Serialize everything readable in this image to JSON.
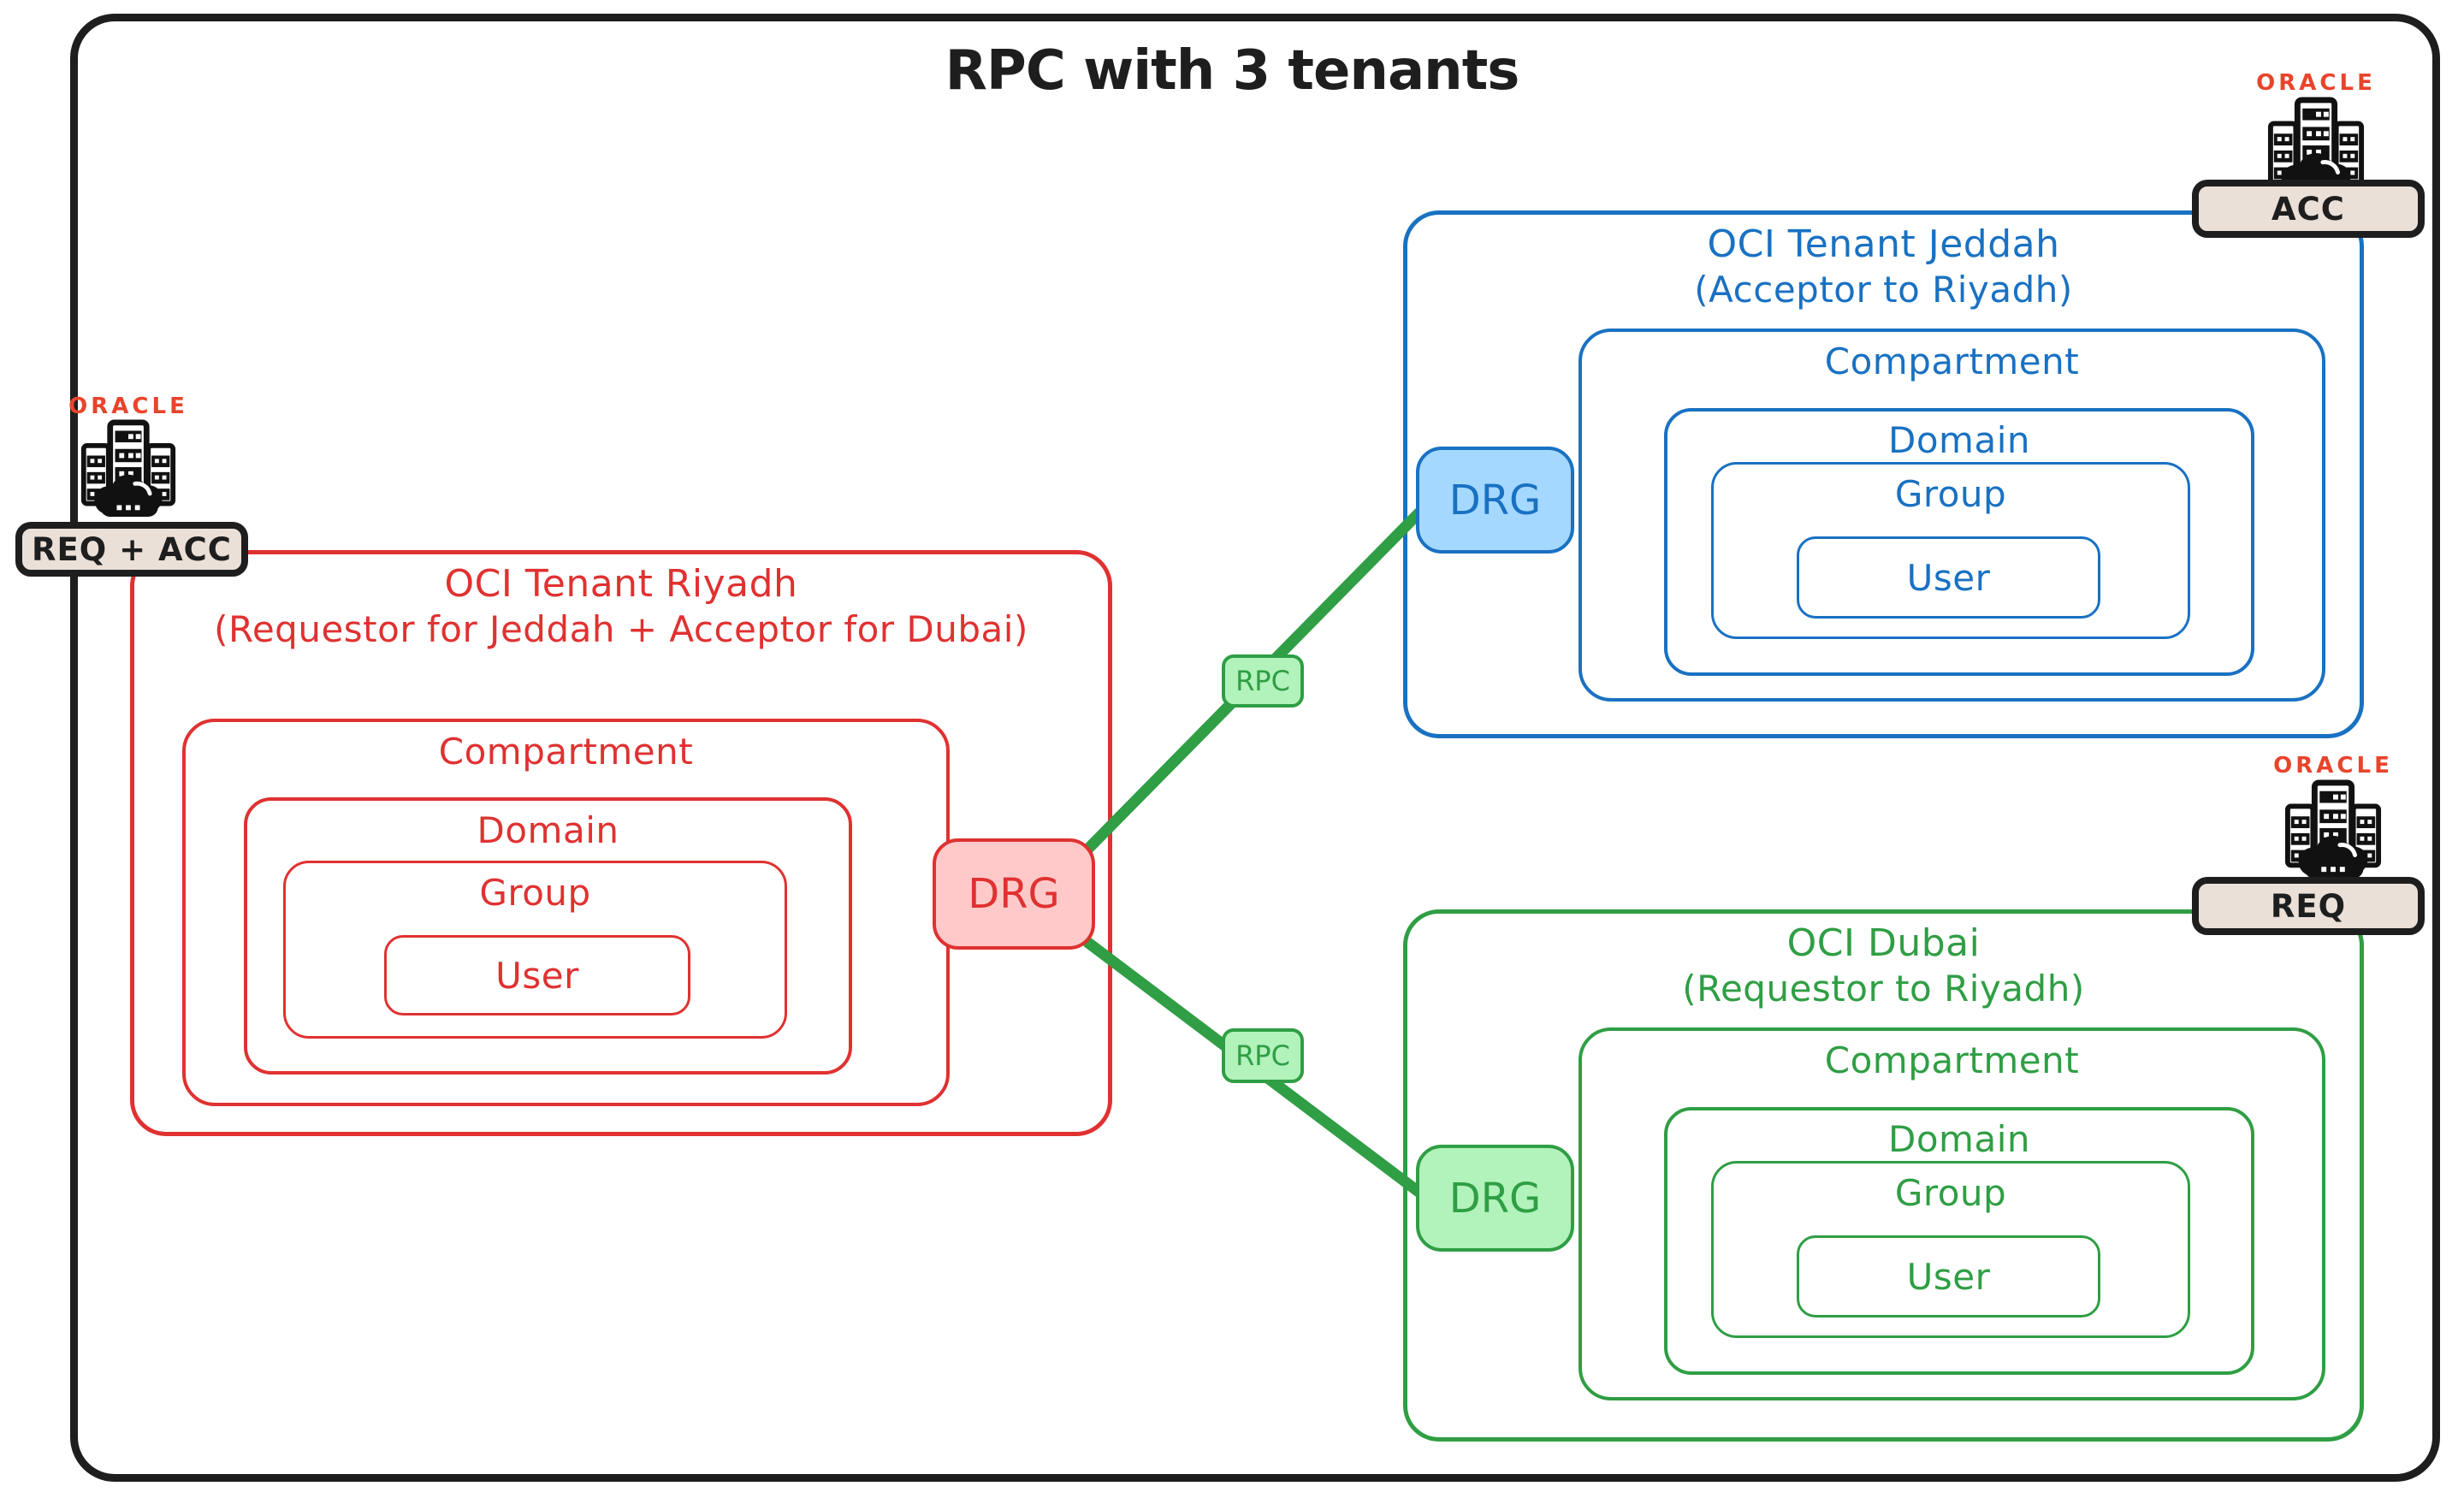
{
  "title": "RPC with 3 tenants",
  "oracle": {
    "logo": "ORACLE"
  },
  "badges": {
    "riyadh": "REQ + ACC",
    "jeddah": "ACC",
    "dubai": "REQ"
  },
  "tenants": {
    "riyadh": {
      "title": "OCI Tenant Riyadh",
      "subtitle": "(Requestor for Jeddah + Acceptor for Dubai)",
      "compartment": "Compartment",
      "domain": "Domain",
      "group": "Group",
      "user": "User",
      "drg": "DRG"
    },
    "jeddah": {
      "title": "OCI Tenant Jeddah",
      "subtitle": "(Acceptor to Riyadh)",
      "compartment": "Compartment",
      "domain": "Domain",
      "group": "Group",
      "user": "User",
      "drg": "DRG"
    },
    "dubai": {
      "title": "OCI Dubai",
      "subtitle": "(Requestor to Riyadh)",
      "compartment": "Compartment",
      "domain": "Domain",
      "group": "Group",
      "user": "User",
      "drg": "DRG"
    }
  },
  "connectors": {
    "rpc_upper": "RPC",
    "rpc_lower": "RPC"
  },
  "colors": {
    "black": "#1e1e1e",
    "red": "#e03131",
    "red_fill": "#ffc9c9",
    "blue": "#1971c2",
    "blue_fill": "#a5d8ff",
    "green": "#2f9e44",
    "green_fill": "#b2f2bb",
    "badge_fill": "#eae0d8",
    "oracle_red": "#e8442c"
  }
}
